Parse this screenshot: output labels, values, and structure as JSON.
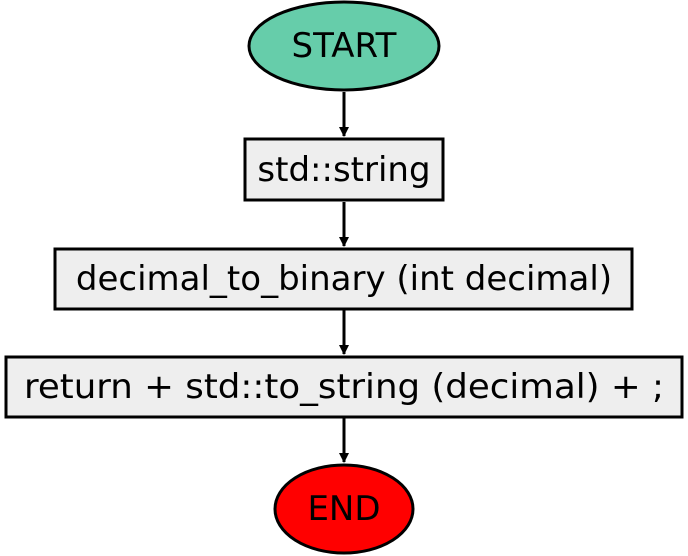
{
  "colors": {
    "start_fill": "#66cdaa",
    "end_fill": "#ff0000",
    "process_fill": "#eeeeee",
    "stroke": "#000000"
  },
  "nodes": {
    "start": "START",
    "step1": "std::string",
    "step2": "decimal_to_binary (int decimal)",
    "step3": "return  + std::to_string (decimal) + ;",
    "end": "END"
  }
}
